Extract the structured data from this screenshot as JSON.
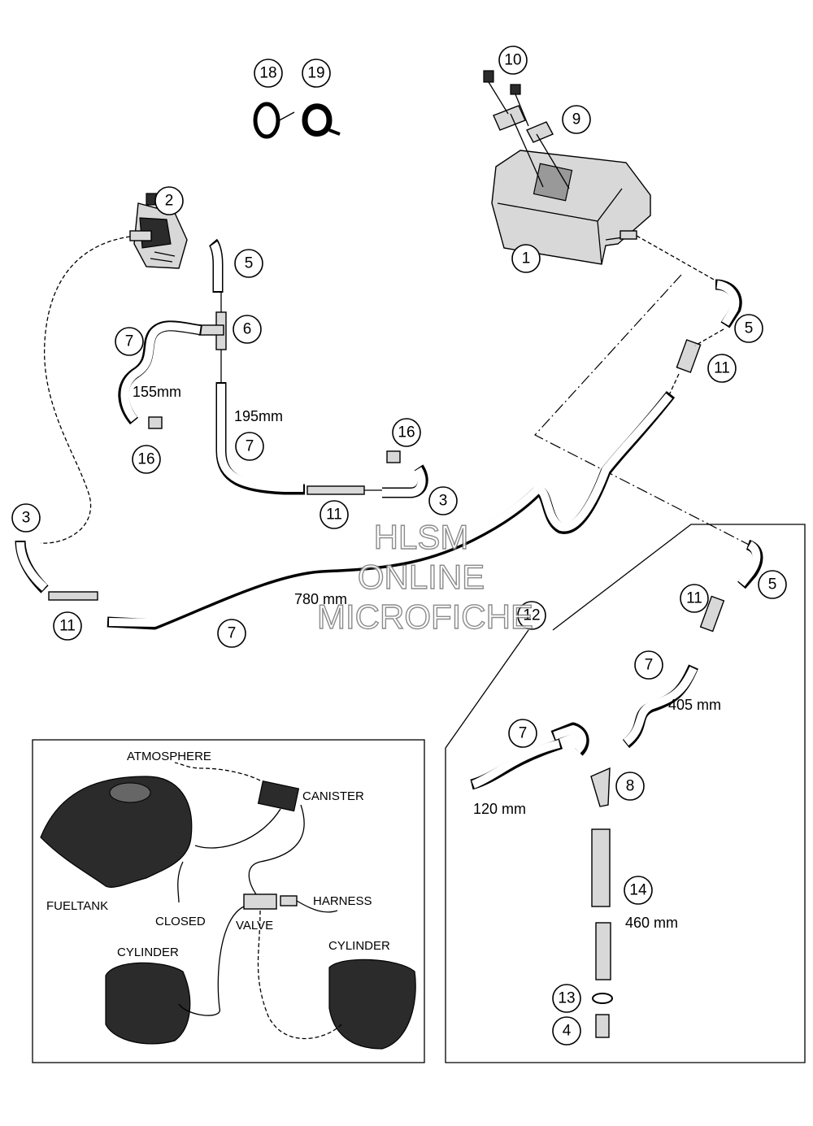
{
  "callouts": [
    {
      "n": "1"
    },
    {
      "n": "2"
    },
    {
      "n": "3"
    },
    {
      "n": "3"
    },
    {
      "n": "4"
    },
    {
      "n": "5"
    },
    {
      "n": "5"
    },
    {
      "n": "5"
    },
    {
      "n": "6"
    },
    {
      "n": "7"
    },
    {
      "n": "7"
    },
    {
      "n": "7"
    },
    {
      "n": "7"
    },
    {
      "n": "7"
    },
    {
      "n": "8"
    },
    {
      "n": "9"
    },
    {
      "n": "10"
    },
    {
      "n": "11"
    },
    {
      "n": "11"
    },
    {
      "n": "11"
    },
    {
      "n": "11"
    },
    {
      "n": "12"
    },
    {
      "n": "13"
    },
    {
      "n": "14"
    },
    {
      "n": "16"
    },
    {
      "n": "16"
    },
    {
      "n": "18"
    },
    {
      "n": "19"
    }
  ],
  "dimensions": {
    "d155": "155mm",
    "d195": "195mm",
    "d780": "780 mm",
    "d405": "405 mm",
    "d120": "120 mm",
    "d460": "460 mm"
  },
  "inset": {
    "atmosphere": "ATMOSPHERE",
    "canister": "CANISTER",
    "fueltank": "FUELTANK",
    "closed": "CLOSED",
    "valve": "VALVE",
    "harness": "HARNESS",
    "cylinder_left": "CYLINDER",
    "cylinder_right": "CYLINDER"
  },
  "watermark": {
    "line1": "HLSM",
    "line2": "ONLINE",
    "line3": "MICROFICHE"
  }
}
